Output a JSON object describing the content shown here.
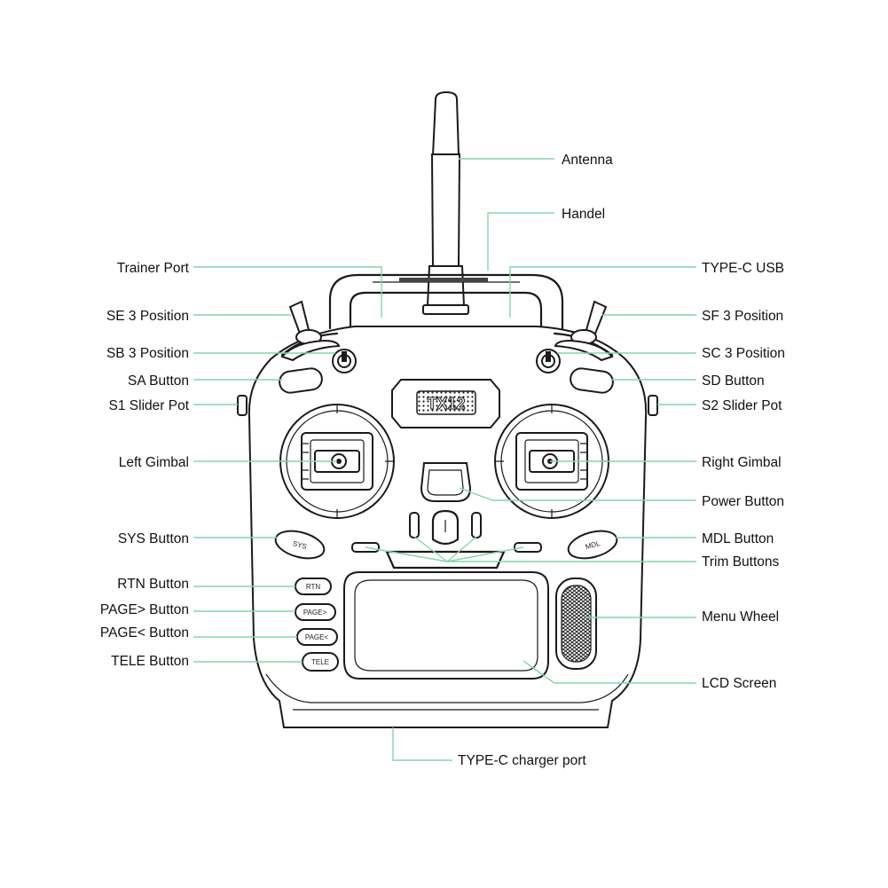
{
  "device": {
    "brand_mark": "TX12",
    "buttons": {
      "sys": "SYS",
      "mdl": "MDL",
      "rtn": "RTN",
      "page_next": "PAGE>",
      "page_prev": "PAGE<",
      "tele": "TELE"
    }
  },
  "labels": {
    "antenna": "Antenna",
    "handel": "Handel",
    "trainer_port": "Trainer Port",
    "type_c_usb": "TYPE-C USB",
    "se_3_position": "SE 3 Position",
    "sf_3_position": "SF 3 Position",
    "sb_3_position": "SB 3 Position",
    "sc_3_position": "SC 3 Position",
    "sa_button": "SA Button",
    "sd_button": "SD Button",
    "s1_slider_pot": "S1 Slider Pot",
    "s2_slider_pot": "S2 Slider Pot",
    "left_gimbal": "Left Gimbal",
    "right_gimbal": "Right Gimbal",
    "power_button": "Power Button",
    "sys_button": "SYS Button",
    "mdl_button": "MDL Button",
    "trim_buttons": "Trim Buttons",
    "rtn_button": "RTN Button",
    "page_next_button": "PAGE> Button",
    "menu_wheel": "Menu Wheel",
    "page_prev_button": "PAGE< Button",
    "tele_button": "TELE Button",
    "lcd_screen": "LCD Screen",
    "type_c_charger_port": "TYPE-C charger port"
  }
}
